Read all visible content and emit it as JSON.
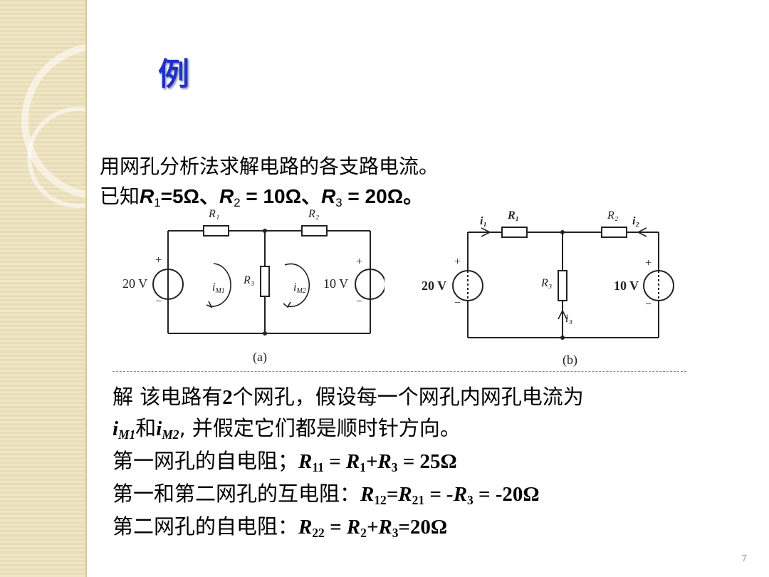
{
  "title": "例",
  "problem": {
    "line1": "用网孔分析法求解电路的各支路电流。",
    "line2_prefix": "已知",
    "r1": "R",
    "r1_sub": "1",
    "r1_val": "=5Ω、",
    "r2": "R",
    "r2_sub": "2",
    "r2_val": " = 10Ω、",
    "r3": "R",
    "r3_sub": "3",
    "r3_val": " = 20Ω。"
  },
  "circuit_a": {
    "caption": "(a)",
    "r1": "R₁",
    "r2": "R₂",
    "r3": "R₃",
    "source_left": "20 V",
    "source_right": "10 V",
    "mesh1": "i",
    "mesh1_sub": "M1",
    "mesh2": "i",
    "mesh2_sub": "M2",
    "plus": "+",
    "minus": "−"
  },
  "circuit_b": {
    "caption": "(b)",
    "i1": "i₁",
    "i2": "i₂",
    "i3": "i₃",
    "r1": "R₁",
    "r2": "R₂",
    "r3": "R₃",
    "source_left": "20 V",
    "source_right": "10 V",
    "plus": "+",
    "minus": "−"
  },
  "solution": {
    "intro": "解  该电路有",
    "mesh_count": "2",
    "intro_rest": "个网孔，假设每一个网孔内网孔电流为",
    "im1": "i",
    "im1_sub": "M1",
    "and": "和",
    "im2": "i",
    "im2_sub": "M2",
    "line2_rest": ", 并假定它们都是顺时针方向。",
    "self1_label": "第一网孔的自电阻；",
    "self1_eq_a": "R",
    "self1_eq_a_sub": "11",
    "self1_eq_b": " = R",
    "self1_eq_b_sub": "1",
    "self1_eq_c": "+R",
    "self1_eq_c_sub": "3",
    "self1_eq_d": " = 25Ω",
    "mutual_label": "第一和第二网孔的互电阻：",
    "mutual_eq_a": "R",
    "mutual_eq_a_sub": "12",
    "mutual_eq_b": "=R",
    "mutual_eq_b_sub": "21",
    "mutual_eq_c": " = -R",
    "mutual_eq_c_sub": "3",
    "mutual_eq_d": " = -20Ω",
    "self2_label": "第二网孔的自电阻：",
    "self2_eq_a": "R",
    "self2_eq_a_sub": "22",
    "self2_eq_b": " = R",
    "self2_eq_b_sub": "2",
    "self2_eq_c": "+R",
    "self2_eq_c_sub": "3",
    "self2_eq_d": "=20Ω"
  },
  "page_number": "7",
  "colors": {
    "title": "#2030c8",
    "side_panel": "#efe3bf"
  }
}
